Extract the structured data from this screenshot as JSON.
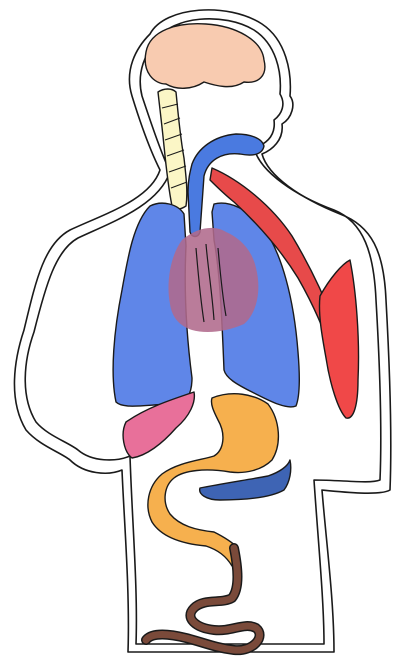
{
  "diagram": {
    "colors": {
      "background": "#ffffff",
      "outline": "#1a1a1a",
      "brain": "#f8cbb0",
      "spine": "#fbf6c6",
      "lungs": "#5f86e8",
      "trachea": "#4a7ae0",
      "heart": "#b06a8c",
      "artery": "#e74a4a",
      "spleen": "#f04848",
      "liver": "#e8709a",
      "stomach": "#f6b04e",
      "pancreas": "#3e64b4",
      "intestine": "#7a4a3a"
    },
    "organs": [
      "brain",
      "spine",
      "trachea",
      "left-lung",
      "right-lung",
      "heart",
      "artery",
      "spleen",
      "liver",
      "stomach",
      "pancreas",
      "small-intestine"
    ]
  }
}
